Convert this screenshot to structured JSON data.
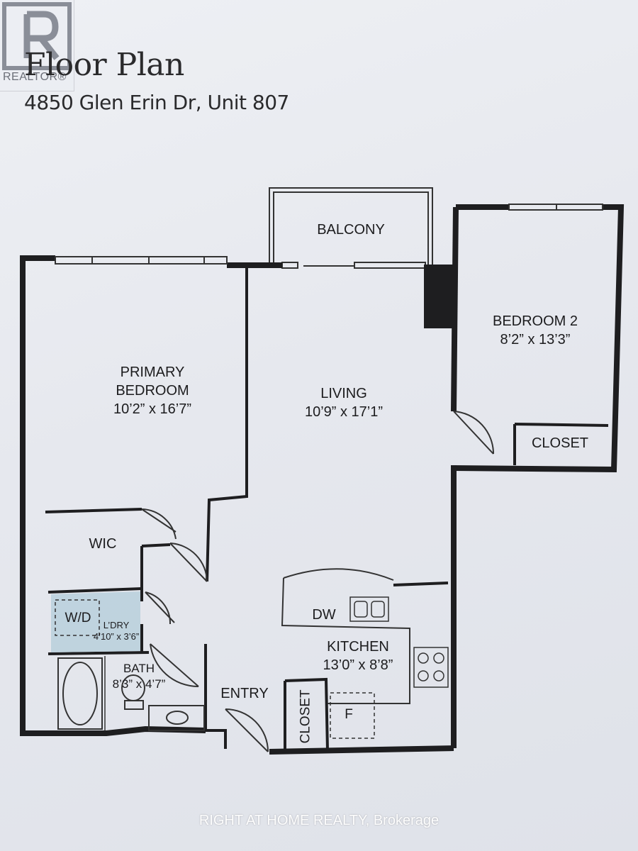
{
  "logo": {
    "text": "REALTOR®"
  },
  "header": {
    "title": "Floor Plan",
    "address": "4850 Glen Erin Dr, Unit 807"
  },
  "rooms": {
    "balcony": {
      "name": "BALCONY"
    },
    "primary_bedroom": {
      "name_line1": "PRIMARY",
      "name_line2": "BEDROOM",
      "dimensions": "10’2” x 16’7”"
    },
    "living": {
      "name": "LIVING",
      "dimensions": "10’9” x 17’1”"
    },
    "bedroom_2": {
      "name": "BEDROOM 2",
      "dimensions": "8’2” x 13’3”"
    },
    "closet_bedroom_2": {
      "name": "CLOSET"
    },
    "wic": {
      "name": "WIC"
    },
    "washer_dryer": {
      "name": "W/D"
    },
    "laundry": {
      "name": "L’DRY",
      "dimensions": "4’10” x 3’6”"
    },
    "bath": {
      "name": "BATH",
      "dimensions": "8’3” x 4’7”"
    },
    "entry": {
      "name": "ENTRY"
    },
    "closet_entry": {
      "name": "CLOSET"
    },
    "kitchen": {
      "name": "KITCHEN",
      "dimensions": "13’0” x 8’8”"
    },
    "dishwasher": {
      "name": "DW"
    },
    "fridge": {
      "name": "F"
    }
  },
  "footer": {
    "brokerage": "RIGHT AT HOME REALTY, Brokerage"
  },
  "colors": {
    "wall": "#1e1e20",
    "laundry_fill": "#b9cfdc",
    "paper": "#e8eaf0"
  }
}
